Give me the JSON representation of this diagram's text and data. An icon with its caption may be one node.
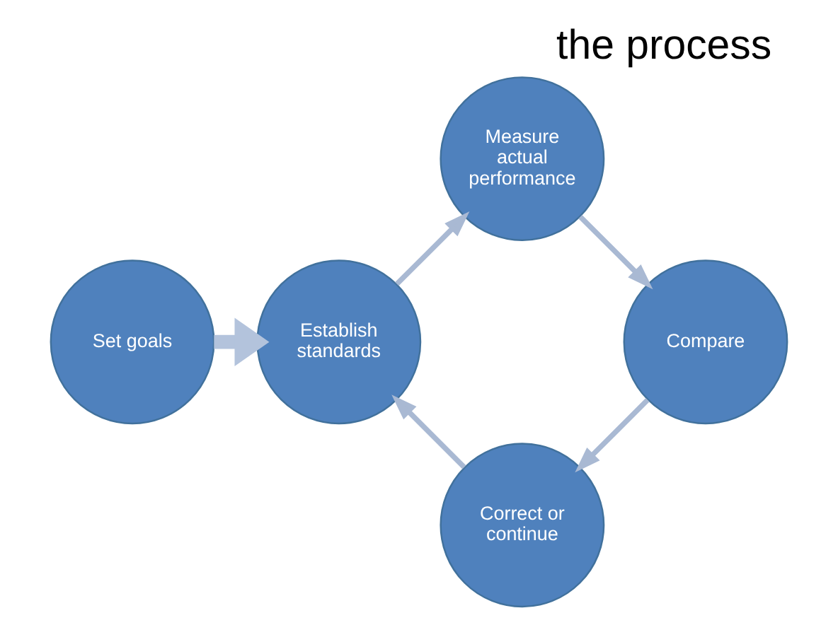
{
  "diagram": {
    "title": "the process",
    "nodes": [
      {
        "text": [
          "Set goals"
        ]
      },
      {
        "text": [
          "Establish standards"
        ]
      },
      {
        "text": [
          "Measure actual performance"
        ]
      },
      {
        "text": [
          "Compare"
        ]
      },
      {
        "text": [
          "Correct or continue"
        ]
      }
    ],
    "edges": [
      {
        "from": 0,
        "to": 1,
        "arrow": "to",
        "style": "thick",
        "color": "#b3c3dc"
      },
      {
        "from": 1,
        "to": 2,
        "arrow": "to"
      },
      {
        "from": 2,
        "to": 3,
        "arrow": "to"
      },
      {
        "from": 3,
        "to": 4,
        "arrow": "to"
      },
      {
        "from": 4,
        "to": 1,
        "arrow": "to"
      }
    ]
  }
}
